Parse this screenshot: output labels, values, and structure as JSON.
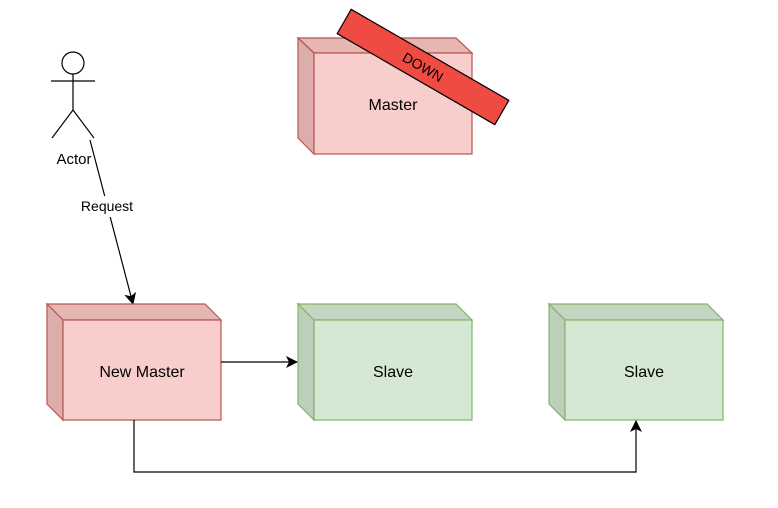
{
  "actor": {
    "label": "Actor"
  },
  "edges": {
    "request_label": "Request"
  },
  "nodes": {
    "master": {
      "label": "Master",
      "badge": "DOWN"
    },
    "new_master": {
      "label": "New Master"
    },
    "slave_1": {
      "label": "Slave"
    },
    "slave_2": {
      "label": "Slave"
    }
  },
  "colors": {
    "red_fill": "#f8cecc",
    "red_stroke": "#b85450",
    "green_fill": "#d5e8d4",
    "green_stroke": "#82b366",
    "down_badge": "#f04b43"
  }
}
